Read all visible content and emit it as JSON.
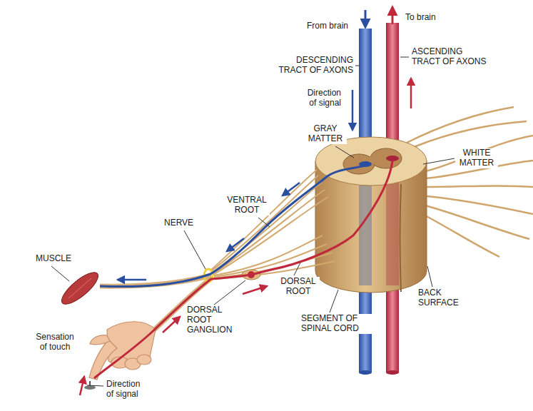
{
  "diagram": {
    "labels": [
      "From brain",
      "To brain",
      "DESCENDING TRACT OF AXONS",
      "ASCENDING TRACT OF AXONS",
      "Direction of signal",
      "GRAY MATTER",
      "WHITE MATTER",
      "VENTRAL ROOT",
      "NERVE",
      "MUSCLE",
      "DORSAL ROOT",
      "DORSAL ROOT GANGLION",
      "SEGMENT OF SPINAL CORD",
      "BACK SURFACE",
      "Sensation of touch",
      "Direction of signal"
    ]
  }
}
